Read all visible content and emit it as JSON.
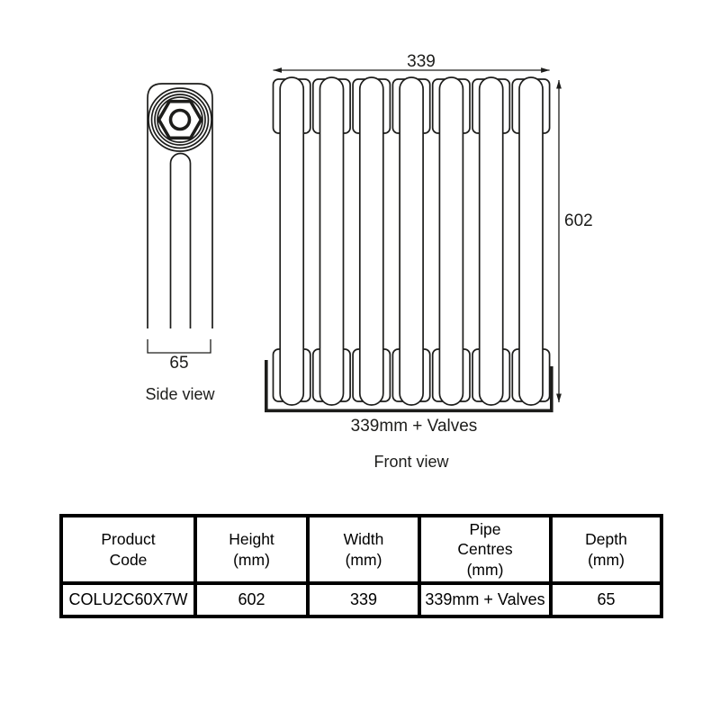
{
  "diagram": {
    "side_view": {
      "depth_dim": "65",
      "caption": "Side view"
    },
    "front_view": {
      "width_dim": "339",
      "height_dim": "602",
      "pipe_centres_dim": "339mm + Valves",
      "caption": "Front view",
      "sections": 7
    }
  },
  "spec_table": {
    "headers": [
      "Product\nCode",
      "Height\n(mm)",
      "Width\n(mm)",
      "Pipe\nCentres\n(mm)",
      "Depth\n(mm)"
    ],
    "row": {
      "product_code": "COLU2C60X7W",
      "height": "602",
      "width": "339",
      "pipe_centres": "339mm + Valves",
      "depth": "65"
    }
  },
  "colors": {
    "line": "#1d1d1b",
    "table_border": "#000000",
    "background": "#ffffff"
  }
}
